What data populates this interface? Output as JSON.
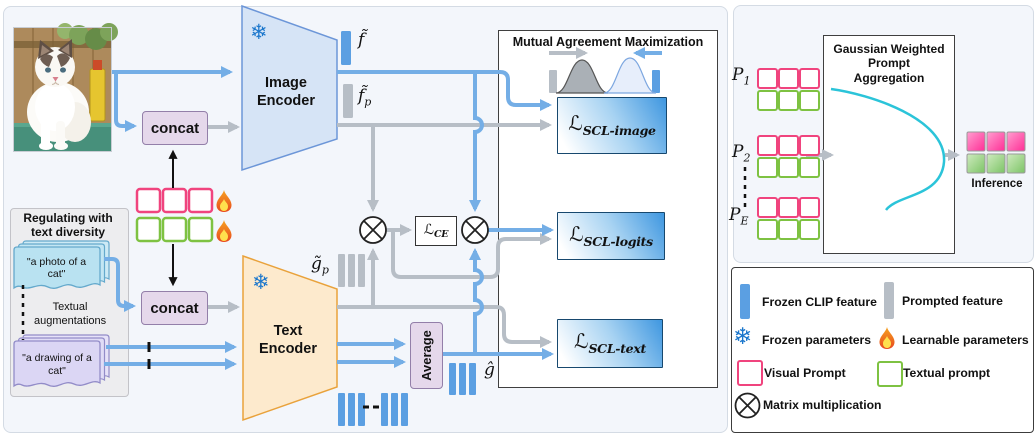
{
  "left_panel": {
    "regulating": {
      "title": "Regulating with text diversity",
      "doc_photo": "\"a photo of a cat\"",
      "augmentations": "Textual augmentations",
      "doc_drawing": "\"a drawing of a cat\""
    },
    "concat_top": "concat",
    "concat_bottom": "concat",
    "image_encoder": "Image Encoder",
    "text_encoder": "Text Encoder",
    "average": "Average",
    "features": {
      "f": {
        "base": "f̃"
      },
      "fp": {
        "base": "f̃",
        "sub": "p"
      },
      "gp": {
        "base": "g̃",
        "sub": "p"
      },
      "g": {
        "base": "ĝ"
      }
    },
    "losses": {
      "ce": {
        "base": "ℒ",
        "sub": "CE"
      },
      "image": {
        "base": "ℒ",
        "sub": "SCL-image"
      },
      "logits": {
        "base": "ℒ",
        "sub": "SCL-logits"
      },
      "text": {
        "base": "ℒ",
        "sub": "SCL-text"
      }
    },
    "mam_title": "Mutual Agreement Maximization"
  },
  "right_panel": {
    "title": "Gaussian Weighted Prompt Aggregation",
    "prompts": [
      {
        "base": "P",
        "sub": "1"
      },
      {
        "base": "P",
        "sub": "2"
      },
      {
        "base": "P",
        "sub": "E"
      }
    ],
    "inference": "Inference"
  },
  "legend": {
    "frozen_feature": "Frozen CLIP feature",
    "prompted_feature": "Prompted feature",
    "frozen_params": "Frozen parameters",
    "learnable_params": "Learnable parameters",
    "visual_prompt": "Visual Prompt",
    "textual_prompt": "Textual prompt",
    "matrix_mult": "Matrix multiplication"
  },
  "colors": {
    "frozen_blue": "#74aee6",
    "prompted_gray": "#b7bec6",
    "visual_pink": "#f0447e",
    "textual_green": "#7ec242",
    "aggregation_teal": "#2bc4d9",
    "loss_blue": "#3f97e0",
    "encoder_blue_fill": "#d6e4f6",
    "encoder_orange_fill": "#fdeacd",
    "concat_purple": "#e5d8eb"
  }
}
